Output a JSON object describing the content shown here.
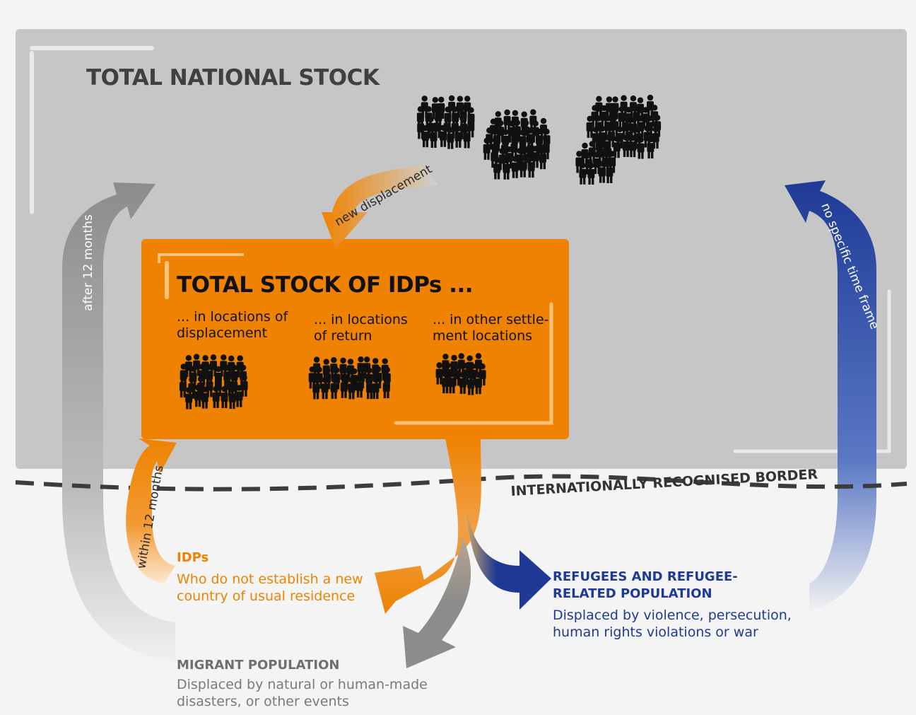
{
  "national_stock": {
    "title": "TOTAL NATIONAL STOCK"
  },
  "idp_stock": {
    "title": "TOTAL STOCK OF IDPs ...",
    "locations": [
      "... in locations of displacement",
      "... in locations of return",
      "... in other settle-ment locations"
    ]
  },
  "border": {
    "label": "INTERNATIONALLY RECOGNISED BORDER"
  },
  "flows": {
    "new_displacement": "new displacement",
    "after_12_months": "after 12 months",
    "within_12_months": "within 12 months",
    "no_specific_time_frame": "no specific time frame"
  },
  "outcomes": {
    "idps": {
      "heading": "IDPs",
      "description": "Who do not establish a new country of usual residence"
    },
    "refugees": {
      "heading": "REFUGEES AND REFUGEE-RELATED POPULATION",
      "description": "Displaced by violence, persecution, human rights violations or war"
    },
    "migrants": {
      "heading": "MIGRANT POPULATION",
      "description": "Displaced by natural or human-made disasters, or other events"
    }
  },
  "colors": {
    "orange": "#ef8200",
    "blue": "#1e3a96",
    "grey_panel": "#c6c6c6",
    "grey_arrow": "#8c8c8c"
  },
  "icons": [
    "people-crowd-icon"
  ]
}
